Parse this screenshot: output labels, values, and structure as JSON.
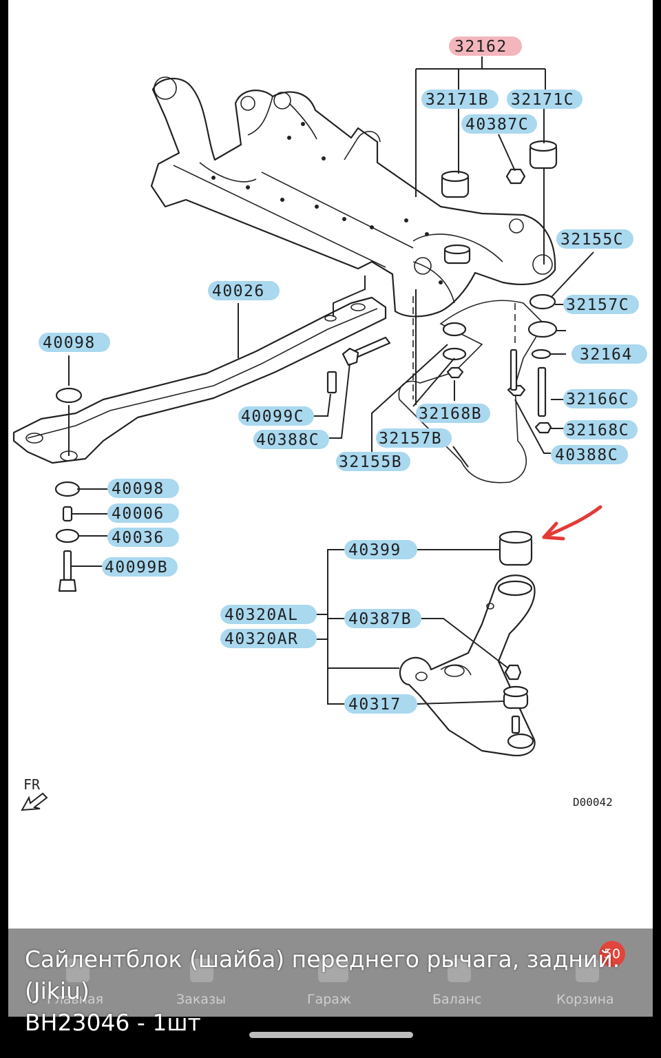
{
  "diagram": {
    "labels": {
      "l32162": "32162",
      "l32171b": "32171B",
      "l32171c": "32171C",
      "l40387c": "40387C",
      "l32155c": "32155C",
      "l32157c": "32157C",
      "l32164": "32164",
      "l32166c": "32166C",
      "l32168c": "32168C",
      "l40388c_r": "40388C",
      "l40026": "40026",
      "l40098_top": "40098",
      "l40099c": "40099C",
      "l40388c_l": "40388C",
      "l32168b": "32168B",
      "l32157b": "32157B",
      "l32155b": "32155B",
      "l40098": "40098",
      "l40006": "40006",
      "l40036": "40036",
      "l40099b": "40099B",
      "l40399": "40399",
      "l40320al": "40320AL",
      "l40320ar": "40320AR",
      "l40387b": "40387B",
      "l40317": "40317"
    },
    "fr_label": "FR",
    "code": "D00042",
    "highlight_color": "#f4b5bd",
    "label_color": "#a9d8ef",
    "arrow_color": "#e23b36"
  },
  "nav": {
    "home": "Главная",
    "orders": "Заказы",
    "garage": "Гараж",
    "balance": "Баланс",
    "cart": "Корзина",
    "cart_badge": "50"
  },
  "caption": {
    "line1": "Сайлентблок (шайба) переднего рычага, задний.",
    "line2": "(Jikiu)",
    "line3": "BH23046 - 1шт"
  }
}
